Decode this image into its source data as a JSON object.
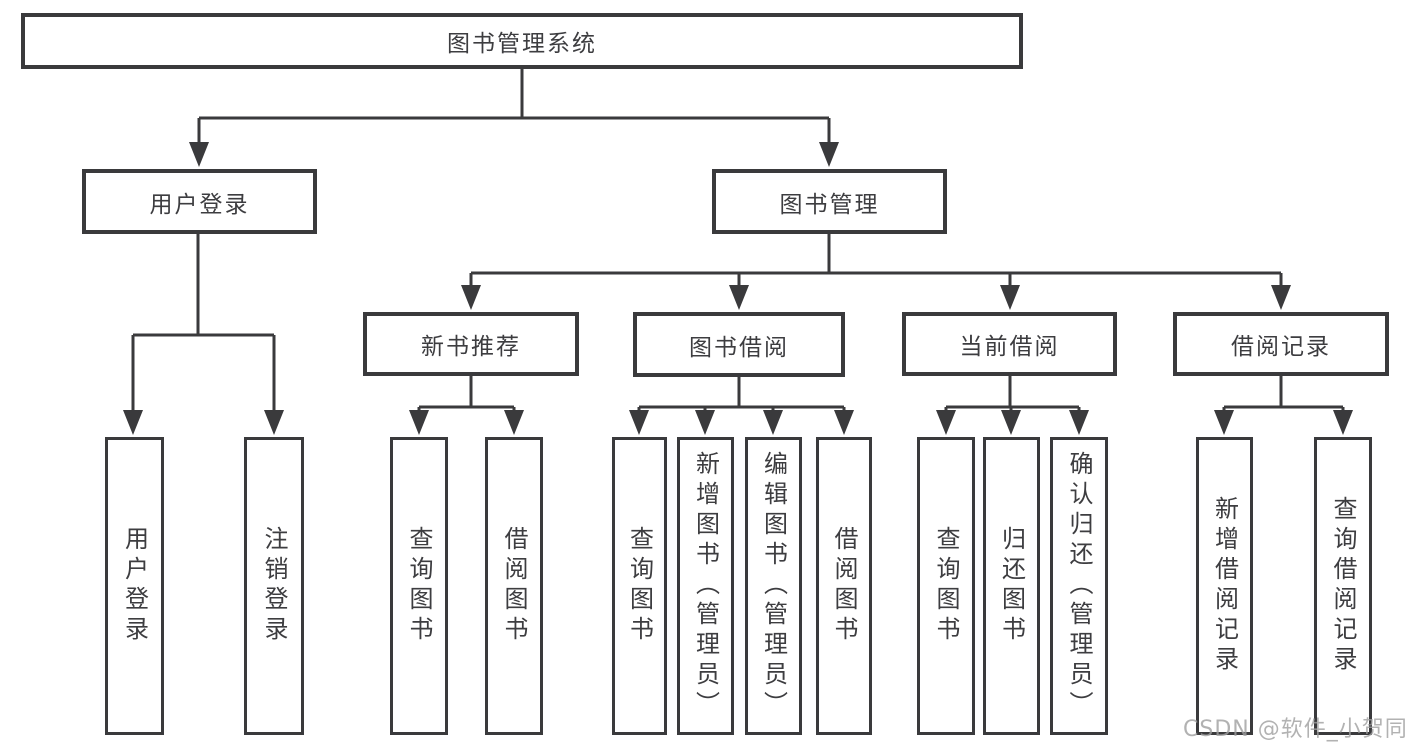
{
  "nodes": {
    "root": "图书管理系统",
    "user_login": "用户登录",
    "book_mgmt": "图书管理",
    "new_book": "新书推荐",
    "book_borrow": "图书借阅",
    "current_borrow": "当前借阅",
    "borrow_record": "借阅记录",
    "leaf_user_login": "用户登录",
    "leaf_logout": "注销登录",
    "nb_query": "查询图书",
    "nb_borrow": "借阅图书",
    "bb_query": "查询图书",
    "bb_add": "新增图书（管理员）",
    "bb_edit": "编辑图书（管理员）",
    "bb_borrow": "借阅图书",
    "cb_query": "查询图书",
    "cb_return": "归还图书",
    "cb_confirm": "确认归还（管理员）",
    "br_add": "新增借阅记录",
    "br_query": "查询借阅记录"
  },
  "watermark": "CSDN @软件_小贺同学",
  "colors": {
    "line": "#3a3a3c",
    "text": "#3d3d40",
    "watermark": "#a0a0a0",
    "bg": "#ffffff"
  }
}
